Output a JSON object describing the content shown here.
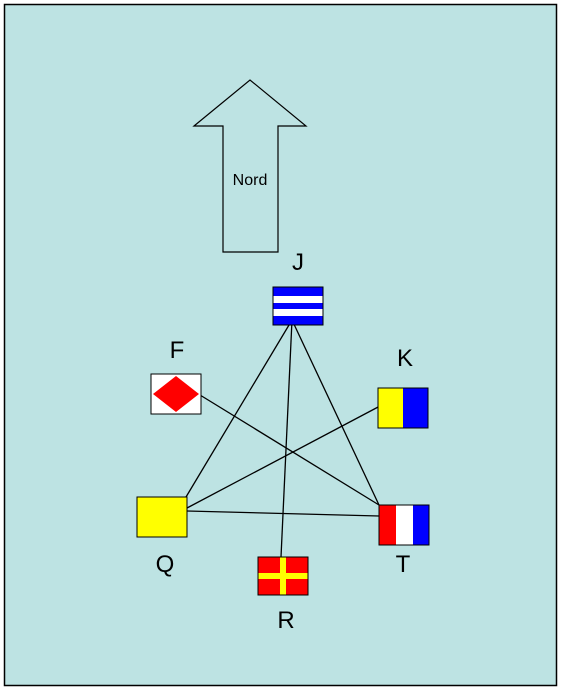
{
  "diagram": {
    "colors": {
      "background": "#bde3e3",
      "border": "#000000",
      "line": "#000000",
      "red": "#ff0000",
      "yellow": "#ffff00",
      "blue": "#0000ff",
      "white": "#ffffff"
    },
    "arrow": {
      "label": "Nord",
      "direction": "up"
    },
    "flags": {
      "J": {
        "label": "J",
        "pattern": "blue-white-blue horizontal stripes"
      },
      "F": {
        "label": "F",
        "pattern": "red diamond on white"
      },
      "K": {
        "label": "K",
        "pattern": "yellow and blue vertical halves"
      },
      "Q": {
        "label": "Q",
        "pattern": "solid yellow"
      },
      "T": {
        "label": "T",
        "pattern": "red-white-blue vertical stripes"
      },
      "R": {
        "label": "R",
        "pattern": "yellow cross on red"
      }
    },
    "connections": [
      [
        "J",
        "Q"
      ],
      [
        "J",
        "R"
      ],
      [
        "J",
        "T"
      ],
      [
        "F",
        "T"
      ],
      [
        "K",
        "Q"
      ],
      [
        "Q",
        "T"
      ]
    ]
  }
}
